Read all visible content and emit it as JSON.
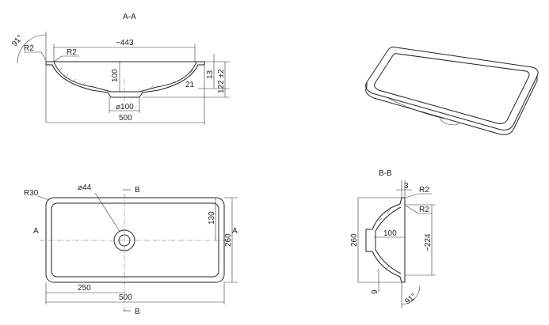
{
  "section_aa": {
    "title": "A-A",
    "angle": "91°",
    "radius_outer": "R2",
    "radius_inner": "R2",
    "width_inner": "~443",
    "depth": "100",
    "rim_thickness": "13",
    "offset": "21",
    "height": "122 ±2",
    "drain_diameter": "⌀100",
    "width_total": "500"
  },
  "plan_view": {
    "corner_radius": "R30",
    "hole_diameter": "⌀44",
    "section_b_top": "B",
    "section_b_bottom": "B",
    "section_a_left": "A",
    "section_a_right": "A",
    "half_depth": "130",
    "depth_total": "260",
    "half_width": "250",
    "width_total": "500"
  },
  "section_bb": {
    "title": "B-B",
    "rim_width": "3",
    "radius_outer": "R2",
    "radius_inner": "R2",
    "depth_total": "260",
    "bowl_depth": "100",
    "inner_length": "~224",
    "rim_offset": "9",
    "angle": "91°"
  }
}
